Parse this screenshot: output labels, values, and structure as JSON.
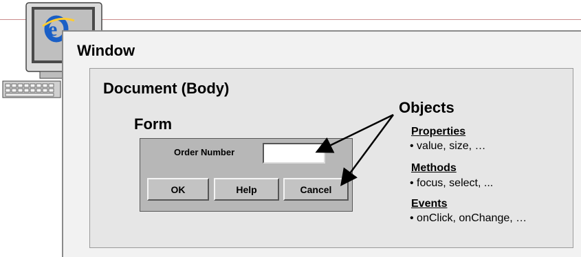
{
  "window": {
    "title": "Window"
  },
  "document": {
    "title": "Document (Body)"
  },
  "form": {
    "title": "Form",
    "order_label": "Order Number",
    "order_value": "",
    "buttons": {
      "ok": "OK",
      "help": "Help",
      "cancel": "Cancel"
    }
  },
  "objects": {
    "title": "Objects",
    "sections": [
      {
        "heading": "Properties",
        "item": "• value, size, …"
      },
      {
        "heading": "Methods",
        "item": "• focus, select, ..."
      },
      {
        "heading": "Events",
        "item": "• onClick, onChange, …"
      }
    ]
  },
  "icons": {
    "computer": "computer-monitor-keyboard-icon",
    "browser": "internet-explorer-logo-icon"
  },
  "colors": {
    "window_bg": "#f2f2f2",
    "document_bg": "#e6e6e6",
    "form_bg": "#b7b7b7",
    "topline": "#c98a8a"
  }
}
